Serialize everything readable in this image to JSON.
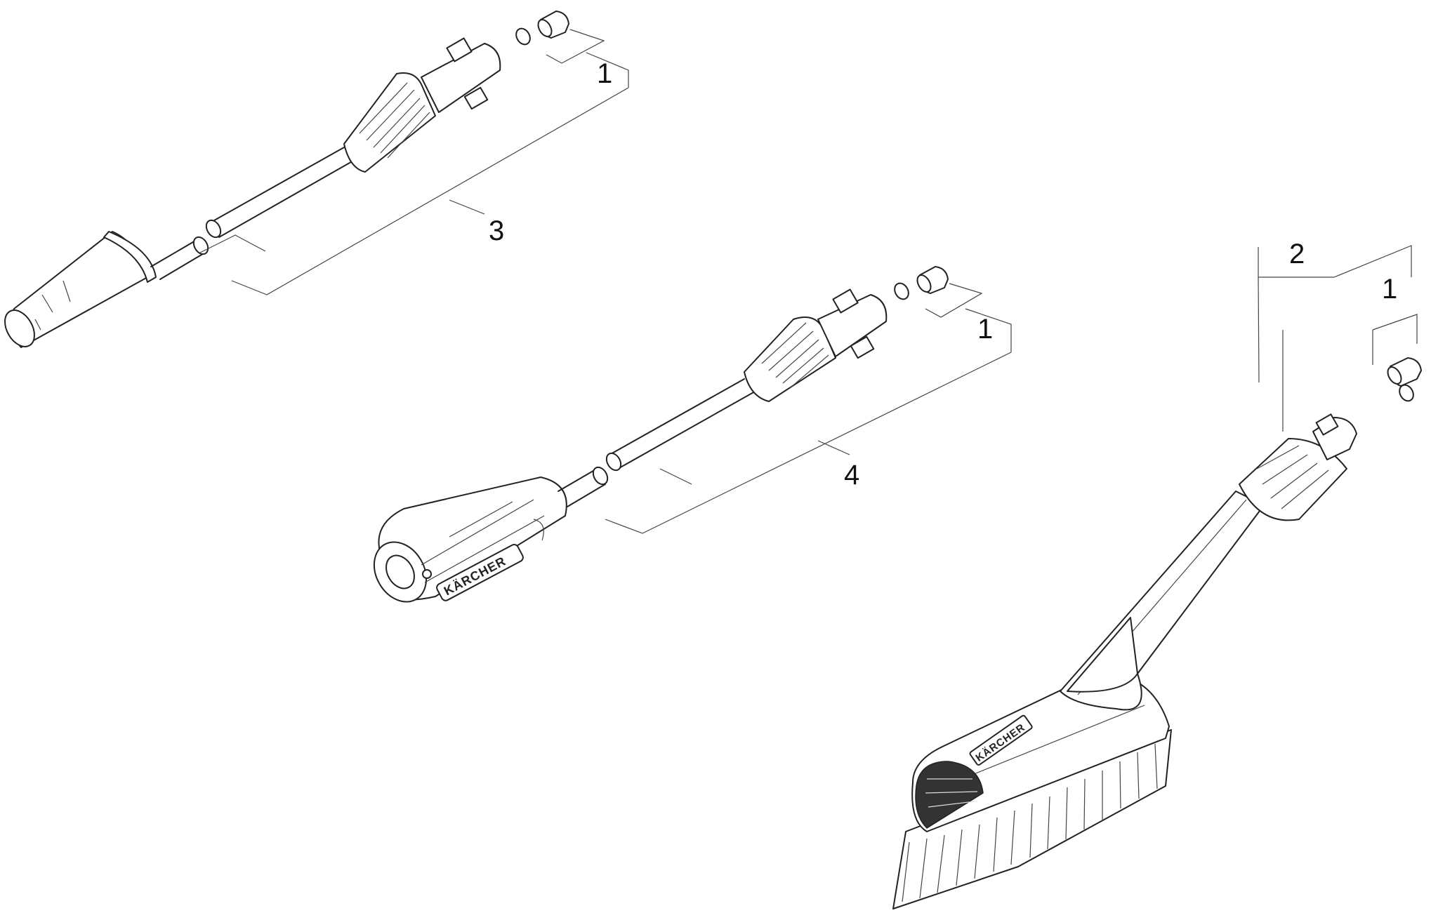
{
  "callouts": {
    "label_1a": "1",
    "label_3": "3",
    "label_1b": "1",
    "label_4": "4",
    "label_2": "2",
    "label_1c": "1"
  },
  "logos": {
    "vario_lance_brand": "KÄRCHER",
    "brush_brand": "KÄRCHER"
  },
  "colors": {
    "line": "#222222",
    "background": "#ffffff"
  }
}
